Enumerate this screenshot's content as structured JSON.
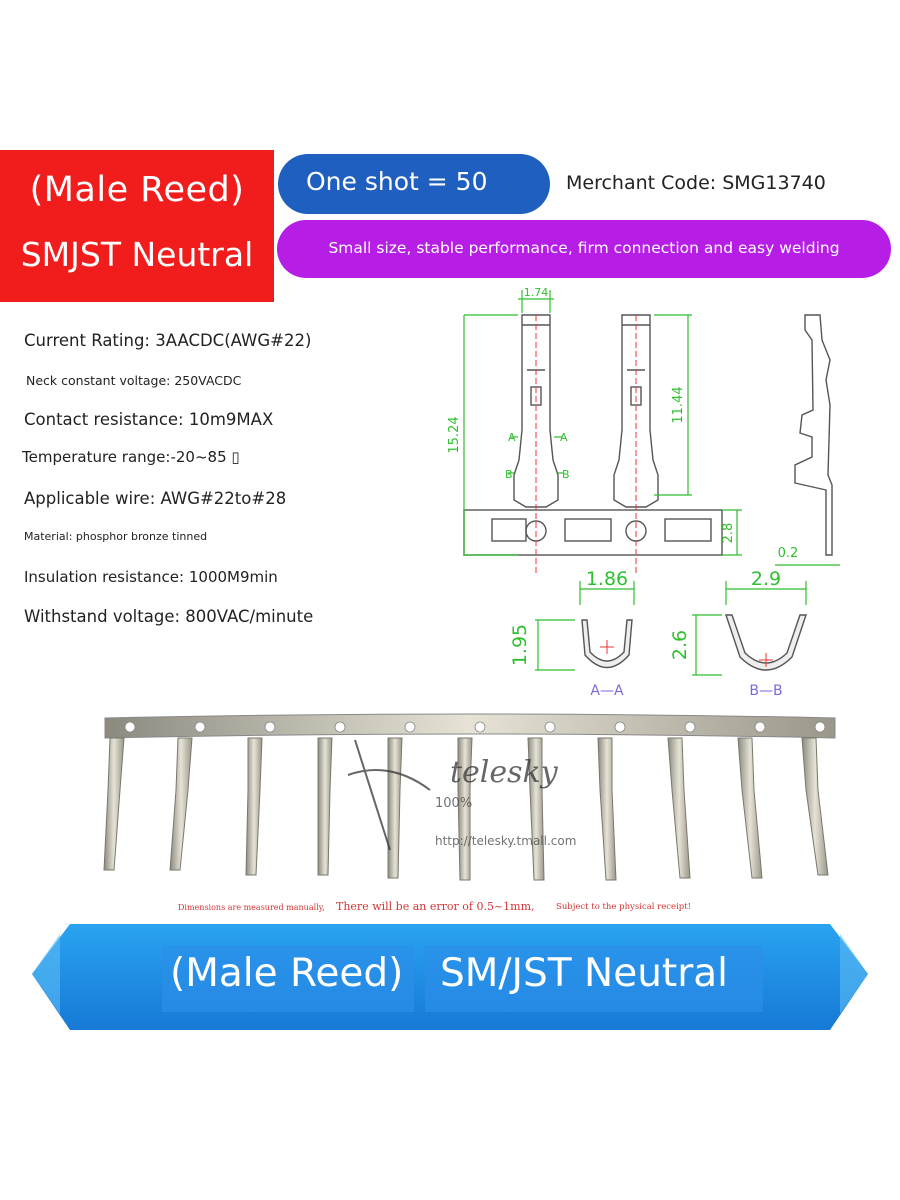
{
  "header": {
    "title_line1": "(Male Reed)",
    "title_line2": "SMJST Neutral",
    "shot_pill": "One shot = 50",
    "merchant_code": "Merchant Code: SMG13740",
    "tagline": "Small size, stable performance, firm connection and easy welding"
  },
  "specs": [
    "Current Rating: 3AACDC(AWG#22)",
    "Neck constant voltage: 250VACDC",
    "Contact resistance: 10m9MAX",
    "Temperature range:-20~85 ▯",
    "Applicable wire: AWG#22to#28",
    "Material: phosphor bronze tinned",
    "Insulation resistance: 1000M9min",
    "Withstand voltage: 800VAC/minute"
  ],
  "drawing": {
    "dim_width_top": "1.74",
    "dim_total_height": "15.24",
    "dim_upper_height": "11.44",
    "dim_strip": "2.8",
    "dim_thickness": "0.2",
    "marker_a": "A",
    "marker_b": "B",
    "section_a_width": "1.86",
    "section_a_height": "1.95",
    "section_a_label": "A—A",
    "section_b_width": "2.9",
    "section_b_height": "2.6",
    "section_b_label": "B—B"
  },
  "photo": {
    "watermark_brand": "telesky",
    "watermark_line1": "100%",
    "watermark_line2": "http://telesky.tmall.com"
  },
  "disclaimer": {
    "part1": "Dimensions are measured manually,",
    "part2": "There will be an error of 0.5~1mm,",
    "part3": "Subject to the physical receipt!"
  },
  "banner": {
    "left_text": "(Male Reed)",
    "right_text": "SM/JST Neutral"
  },
  "colors": {
    "title_red": "#f11d1d",
    "pill_blue": "#1f5fbf",
    "pill_purple": "#b61ee6",
    "dimension_green": "#2fbf2f",
    "banner_blue": "#1c8fe3"
  }
}
